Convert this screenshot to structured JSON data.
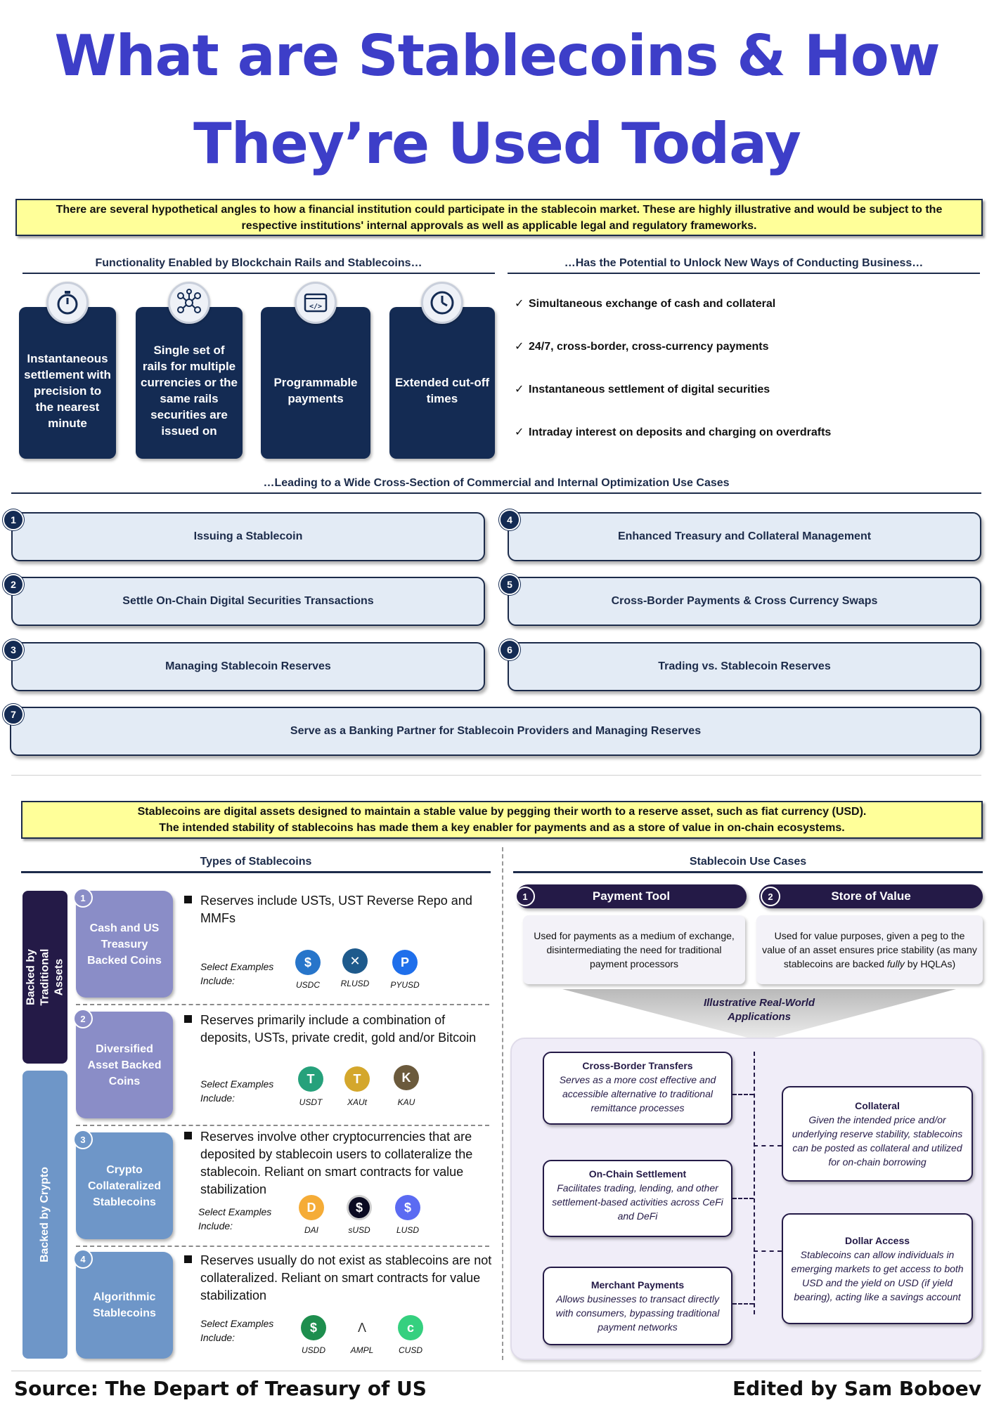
{
  "title": {
    "line1": "What are Stablecoins & How",
    "line2": "They’re Used Today"
  },
  "intro_note": "There are several hypothetical angles to how a financial institution could participate in the stablecoin market. These are highly illustrative and would be subject to the respective institutions' internal approvals as well as applicable legal and regulatory frameworks.",
  "functionality": {
    "heading": "Functionality Enabled by Blockchain Rails and Stablecoins…",
    "cards": [
      {
        "icon": "stopwatch-icon",
        "label": "Instantaneous settlement with precision to the nearest minute"
      },
      {
        "icon": "network-icon",
        "label": "Single set of rails for multiple currencies or the same rails securities are issued on"
      },
      {
        "icon": "code-window-icon",
        "label": "Programmable payments"
      },
      {
        "icon": "clock-icon",
        "label": "Extended cut-off times"
      }
    ]
  },
  "potential": {
    "heading": "…Has the Potential to Unlock New Ways of Conducting Business…",
    "check": "✓",
    "items": [
      "Simultaneous exchange of cash and collateral",
      "24/7, cross-border, cross-currency payments",
      "Instantaneous settlement of digital securities",
      "Intraday interest on deposits and charging on overdrafts"
    ]
  },
  "use_cases": {
    "heading": "…Leading to a Wide Cross-Section of Commercial and Internal Optimization Use Cases",
    "items": [
      {
        "num": "1",
        "label": "Issuing a Stablecoin"
      },
      {
        "num": "2",
        "label": "Settle On-Chain Digital Securities Transactions"
      },
      {
        "num": "3",
        "label": "Managing Stablecoin Reserves"
      },
      {
        "num": "4",
        "label": "Enhanced Treasury and Collateral Management"
      },
      {
        "num": "5",
        "label": "Cross-Border Payments & Cross Currency Swaps"
      },
      {
        "num": "6",
        "label": "Trading vs. Stablecoin Reserves"
      },
      {
        "num": "7",
        "label": "Serve as a Banking Partner for Stablecoin Providers and Managing Reserves"
      }
    ]
  },
  "definition_note": {
    "line1": "Stablecoins are digital assets designed to maintain a stable value by pegging their worth to a reserve asset, such as fiat currency (USD).",
    "line2": "The intended stability of stablecoins has made them a key enabler for payments and as a store of value in on-chain ecosystems."
  },
  "types": {
    "heading": "Types of Stablecoins",
    "group_traditional": "Backed by Traditional Assets",
    "group_crypto": "Backed by Crypto",
    "select_label": "Select Examples Include:",
    "items": [
      {
        "num": "1",
        "name": "Cash and US Treasury Backed Coins",
        "desc": "Reserves include USTs, UST Reverse Repo and MMFs",
        "coins": [
          {
            "label": "USDC",
            "symbol": "$",
            "color": "#2775ca"
          },
          {
            "label": "RLUSD",
            "symbol": "✕",
            "color": "#1e5a8c"
          },
          {
            "label": "PYUSD",
            "symbol": "P",
            "color": "#1f6feb"
          }
        ]
      },
      {
        "num": "2",
        "name": "Diversified Asset Backed Coins",
        "desc": "Reserves primarily include a combination of deposits, USTs, private credit, gold and/or Bitcoin",
        "coins": [
          {
            "label": "USDT",
            "symbol": "T",
            "color": "#26a17b"
          },
          {
            "label": "XAUt",
            "symbol": "T",
            "color": "#d4a72c"
          },
          {
            "label": "KAU",
            "symbol": "K",
            "color": "#6b5a3c"
          }
        ]
      },
      {
        "num": "3",
        "name": "Crypto Collateralized Stablecoins",
        "desc": "Reserves involve other cryptocurrencies that are deposited by stablecoin users to collateralize the stablecoin. Reliant on smart contracts for value stabilization",
        "coins": [
          {
            "label": "DAI",
            "symbol": "D",
            "color": "#f5ac37"
          },
          {
            "label": "sUSD",
            "symbol": "$",
            "color": "#0b0b22"
          },
          {
            "label": "LUSD",
            "symbol": "$",
            "color": "#5b6bf2"
          }
        ]
      },
      {
        "num": "4",
        "name": "Algorithmic Stablecoins",
        "desc": "Reserves usually do not exist as stablecoins are not collateralized. Reliant on smart contracts for value stabilization",
        "coins": [
          {
            "label": "USDD",
            "symbol": "$",
            "color": "#1e8e4e"
          },
          {
            "label": "AMPL",
            "symbol": "Λ",
            "color": "#ffffff"
          },
          {
            "label": "CUSD",
            "symbol": "c",
            "color": "#35d07f"
          }
        ]
      }
    ]
  },
  "stablecoin_use_cases": {
    "heading": "Stablecoin Use Cases",
    "payment": {
      "num": "1",
      "label": "Payment Tool",
      "desc": "Used for payments as a medium of exchange, disintermediating the need for traditional payment processors"
    },
    "store": {
      "num": "2",
      "label": "Store of Value",
      "desc_a": "Used for value purposes, given a peg to the value of an asset ensures price stability (as many stablecoins are backed ",
      "desc_em": "fully",
      "desc_b": " by HQLAs)"
    },
    "illustrative": "Illustrative Real-World Applications",
    "apps_left": [
      {
        "title": "Cross-Border Transfers",
        "body": "Serves as a more cost effective and accessible alternative to traditional remittance processes"
      },
      {
        "title": "On-Chain Settlement",
        "body": "Facilitates trading, lending, and other settlement-based activities across CeFi and DeFi"
      },
      {
        "title": "Merchant Payments",
        "body": "Allows businesses to transact directly with consumers, bypassing traditional payment networks"
      }
    ],
    "apps_right": [
      {
        "title": "Collateral",
        "body": "Given the intended price and/or underlying reserve stability, stablecoins can be posted as collateral and utilized for on-chain borrowing"
      },
      {
        "title": "Dollar Access",
        "body": "Stablecoins can allow individuals in emerging markets to get access to both USD and the yield on USD (if yield bearing), acting like a savings account"
      }
    ]
  },
  "footer": {
    "source": "Source: The Depart of Treasury of US",
    "editor": "Edited by Sam Boboev"
  },
  "colors": {
    "title": "#3d3ec8",
    "navy": "#142b53",
    "purple": "#241a47",
    "note_bg": "#ffff99",
    "type_light": "#8a8dc7",
    "type_blue": "#6e96c8"
  }
}
